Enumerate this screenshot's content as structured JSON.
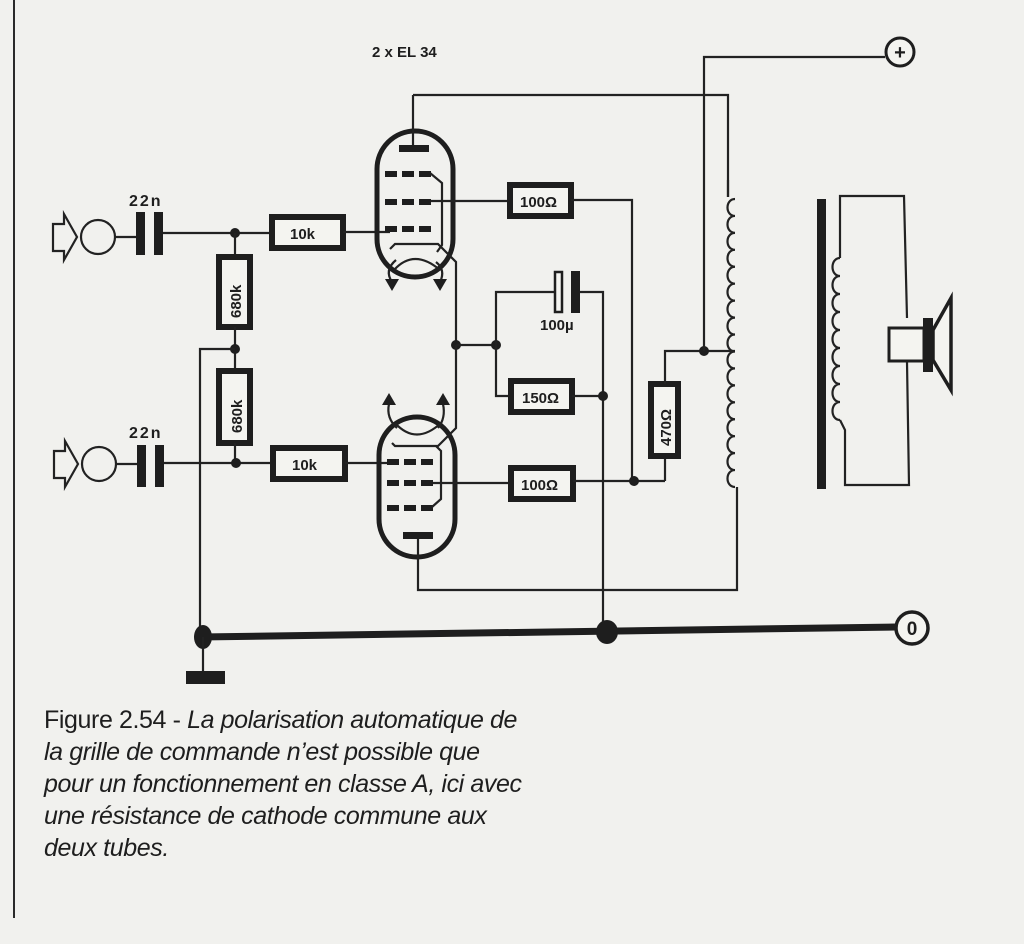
{
  "figure": {
    "tube_label": "2 x EL 34",
    "inputs": [
      {
        "name": "input-top",
        "capacitor": "22n"
      },
      {
        "name": "input-bottom",
        "capacitor": "22n"
      }
    ],
    "components": {
      "grid_resistor_top": "10k",
      "grid_resistor_bottom": "10k",
      "grid_leak_top": "680k",
      "grid_leak_bottom": "680k",
      "screen_resistor_top": "100Ω",
      "screen_resistor_bottom": "100Ω",
      "cathode_capacitor": "100µ",
      "cathode_resistor": "150Ω",
      "screen_dropper": "470Ω"
    },
    "terminals": {
      "positive": "+",
      "zero": "0"
    }
  },
  "caption": {
    "number": "Figure 2.54 - ",
    "lines": [
      "La polarisation automatique de",
      "la grille de commande n’est possible que",
      "pour un fonctionnement en classe A, ici avec",
      "une résistance de cathode commune aux",
      "deux tubes."
    ]
  }
}
